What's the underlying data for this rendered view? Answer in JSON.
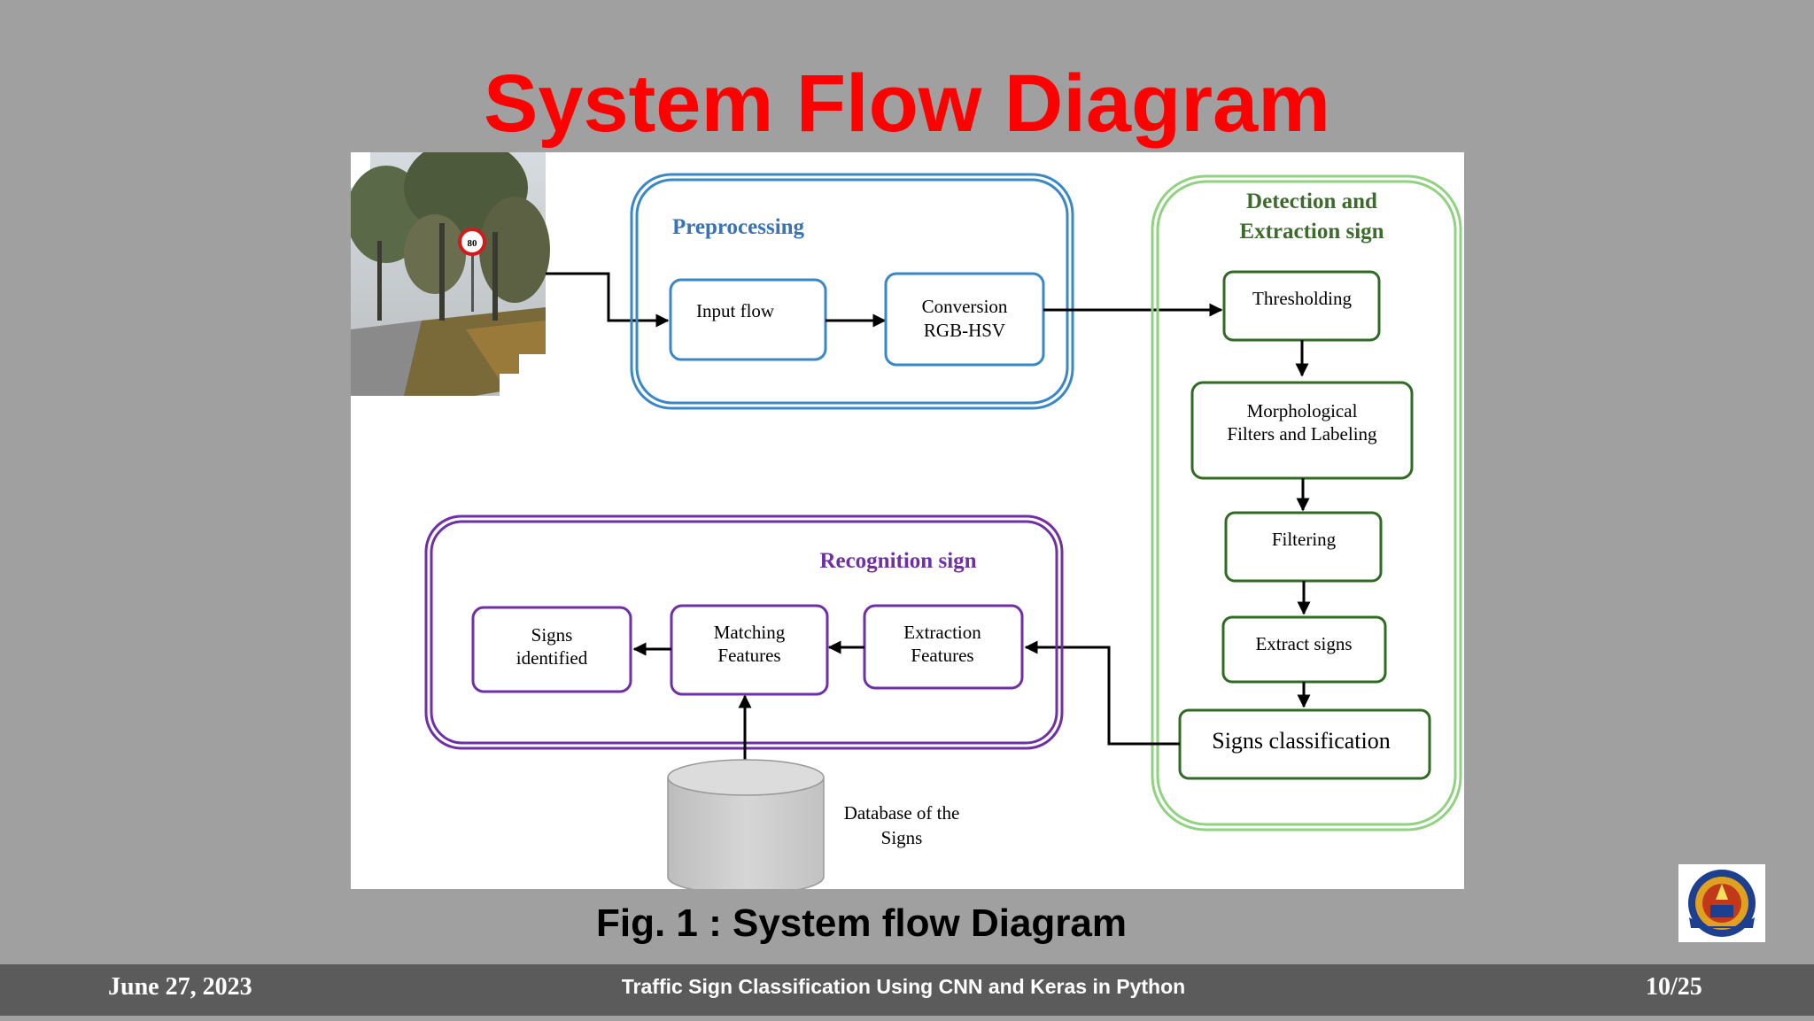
{
  "slide": {
    "title": "System Flow Diagram",
    "caption": "Fig. 1 : System flow Diagram"
  },
  "footer": {
    "date": "June 27, 2023",
    "title": "Traffic Sign Classification Using CNN and Keras in Python",
    "page": "10/25"
  },
  "diagram": {
    "groups": {
      "preprocessing": "Preprocessing",
      "detection_line1": "Detection and",
      "detection_line2": "Extraction sign",
      "recognition": "Recognition sign"
    },
    "nodes": {
      "input_flow": "Input flow",
      "conversion_line1": "Conversion",
      "conversion_line2": "RGB-HSV",
      "thresholding": "Thresholding",
      "morph_line1": "Morphological",
      "morph_line2": "Filters and Labeling",
      "filtering": "Filtering",
      "extract_signs": "Extract signs",
      "signs_classification": "Signs classification",
      "extraction_line1": "Extraction",
      "extraction_line2": "Features",
      "matching_line1": "Matching",
      "matching_line2": "Features",
      "signs_id_line1": "Signs",
      "signs_id_line2": "identified",
      "database_line1": "Database of the",
      "database_line2": "Signs"
    },
    "colors": {
      "preprocessing": "#3a87c8",
      "detection": "#8fd27f",
      "detection_box": "#2f6b22",
      "detection_title": "#3d6b2e",
      "recognition": "#6f2fa6",
      "recognition_title": "#6f2fa6"
    }
  }
}
